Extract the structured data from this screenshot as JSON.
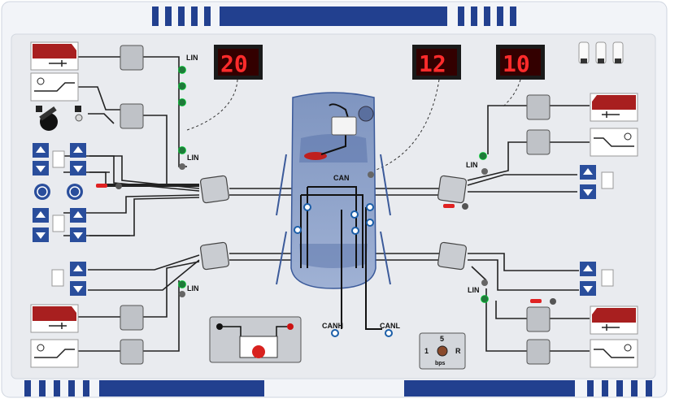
{
  "colors": {
    "panel": "#e9ebef",
    "frame": "#dfe3ea",
    "navy": "#22408f",
    "wire": "#222222",
    "display_red": "#ff2b2b",
    "button_blue": "#2a4e9c",
    "mirror_red": "#a81f1f"
  },
  "displays": [
    {
      "id": "display-left",
      "value": "20"
    },
    {
      "id": "display-middle",
      "value": "12"
    },
    {
      "id": "display-right",
      "value": "10"
    }
  ],
  "labels": {
    "lin_top_left": "LIN",
    "lin_mid_left": "LIN",
    "lin_bottom_left": "LIN",
    "lin_top_right": "LIN",
    "lin_bottom_right": "LIN",
    "can": "CAN",
    "canh": "CANH",
    "canl": "CANL"
  },
  "switch": {
    "top": "5",
    "left": "1",
    "right": "R",
    "bottom": "bps"
  },
  "icons": {
    "lock": "lock-icon",
    "unlock": "unlock-icon",
    "key": "key-switch-icon",
    "up": "arrow-up-icon",
    "down": "arrow-down-icon",
    "passenger": "passenger-icon",
    "info": "info-icon",
    "mirror": "mirror-icon",
    "window": "window-icon",
    "actuator": "actuator-icon",
    "controller": "controller-icon",
    "socket": "socket-icon",
    "battery": "battery-icon",
    "fuse": "fuse-icon",
    "led": "led-icon"
  }
}
